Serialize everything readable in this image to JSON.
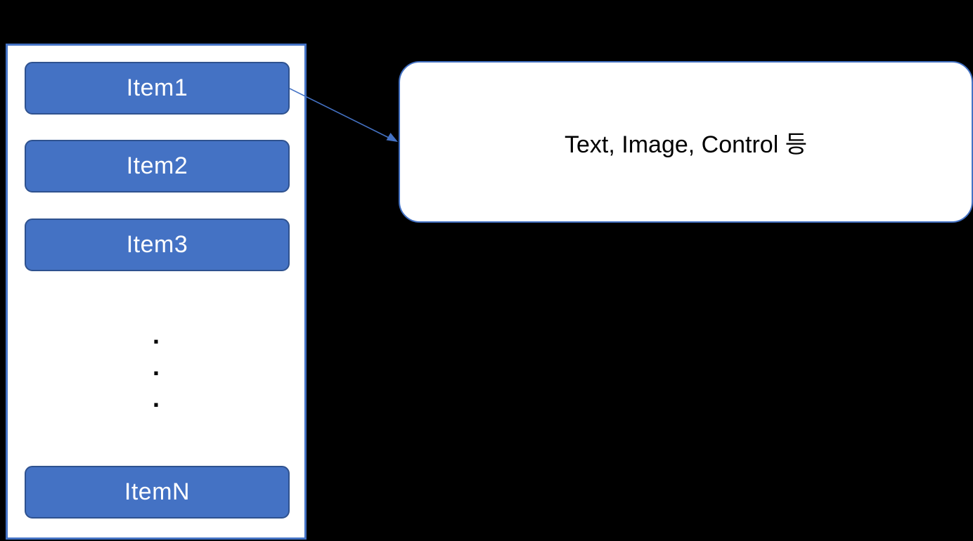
{
  "colors": {
    "background": "#000000",
    "accent_blue": "#4472C4",
    "item_border_blue": "#2F528F",
    "panel_fill": "#FFFFFF",
    "item_text": "#FFFFFF",
    "content_text": "#000000"
  },
  "diagram": {
    "listbox": {
      "items": [
        {
          "label": "Item1"
        },
        {
          "label": "Item2"
        },
        {
          "label": "Item3"
        }
      ],
      "ellipsis": [
        ".",
        ".",
        "."
      ],
      "last_item": {
        "label": "ItemN"
      }
    },
    "content_box": {
      "label": "Text, Image, Control 등"
    },
    "connector": {
      "from": "Item1",
      "to": "content-box"
    }
  }
}
